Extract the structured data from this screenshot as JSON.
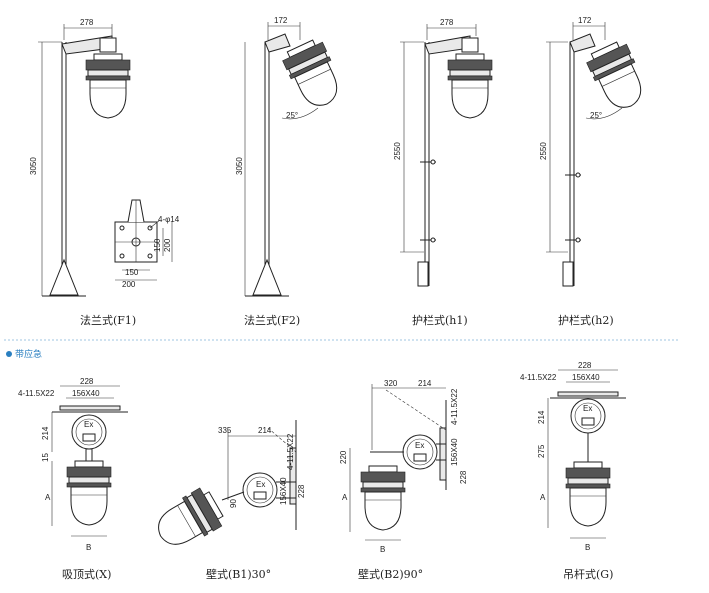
{
  "top": {
    "f1": {
      "caption": "法兰式(F1)",
      "dim_w": "278",
      "dim_h": "3050"
    },
    "f2": {
      "caption": "法兰式(F2)",
      "dim_w": "172",
      "dim_h": "3050",
      "angle": "25°"
    },
    "h1": {
      "caption": "护栏式(h1)",
      "dim_w": "278",
      "dim_h": "2550"
    },
    "h2": {
      "caption": "护栏式(h2)",
      "dim_w": "172",
      "dim_h": "2550",
      "angle": "25°"
    },
    "flange": {
      "holes": "4-φ14",
      "d150h": "150",
      "d200h": "200",
      "d150v": "150",
      "d200v": "200"
    }
  },
  "section_label": "带应急",
  "bottom": {
    "x": {
      "caption": "吸顶式(X)",
      "w228": "228",
      "holes": "4-11.5X22",
      "box": "156X40",
      "d214": "214",
      "d15": "15",
      "a": "A",
      "b": "B",
      "ex": "Ex"
    },
    "b1": {
      "caption": "壁式(B1)30°",
      "d335": "335",
      "d214": "214",
      "holes": "4-11.5X22",
      "box": "156X40",
      "d228": "228",
      "d90": "90",
      "ex": "Ex"
    },
    "b2": {
      "caption": "壁式(B2)90°",
      "d320": "320",
      "d214": "214",
      "holes": "4-11.5X22",
      "box": "156X40",
      "d228": "228",
      "d220": "220",
      "a": "A",
      "b": "B",
      "ex": "Ex"
    },
    "g": {
      "caption": "吊杆式(G)",
      "w228": "228",
      "holes": "4-11.5X22",
      "box": "156X40",
      "d214": "214",
      "d275": "275",
      "a": "A",
      "b": "B",
      "ex": "Ex"
    }
  },
  "colors": {
    "line": "#222222",
    "accent": "#2a7fc0",
    "divider": "#9fc4e0"
  }
}
